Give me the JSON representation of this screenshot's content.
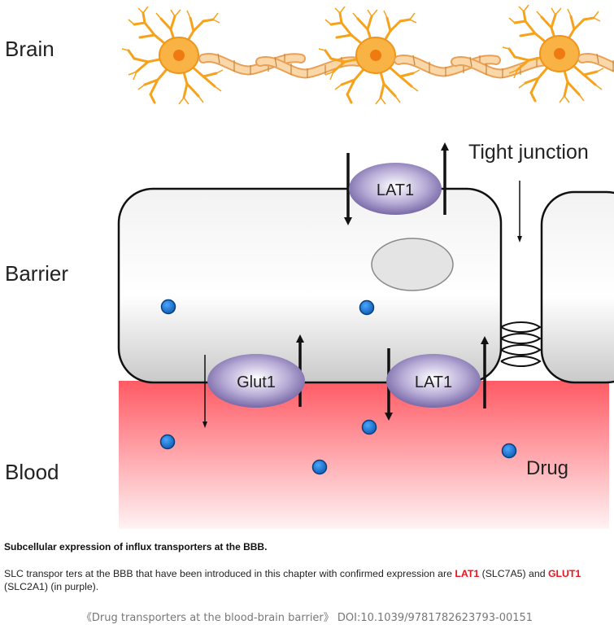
{
  "labels": {
    "brain": "Brain",
    "barrier": "Barrier",
    "blood": "Blood",
    "tight_junction": "Tight junction",
    "drug": "Drug"
  },
  "transporters": {
    "lat1_top": "LAT1",
    "glut1": "Glut1",
    "lat1_bottom": "LAT1"
  },
  "caption": {
    "title": "Subcellular expression of influx transporters at the BBB.",
    "body_part1": "SLC transpor ters at the BBB that have been introduced in this chapter with confirmed expression are ",
    "lat1": "LAT1",
    "body_part2": " (SLC7A5) and ",
    "glut1": "GLUT1",
    "body_part3": " (SLC2A1) (in purple)."
  },
  "source": "《Drug transporters at the blood-brain barrier》 DOI:10.1039/9781782623793-00151",
  "colors": {
    "neuron": "#f6a21a",
    "neuron_nucleus": "#f07a12",
    "blood_top": "#ff5a64",
    "blood_bottom": "#fff0f1",
    "transporter": "#8a78b4",
    "drug_dot": "#1a6fc9"
  }
}
